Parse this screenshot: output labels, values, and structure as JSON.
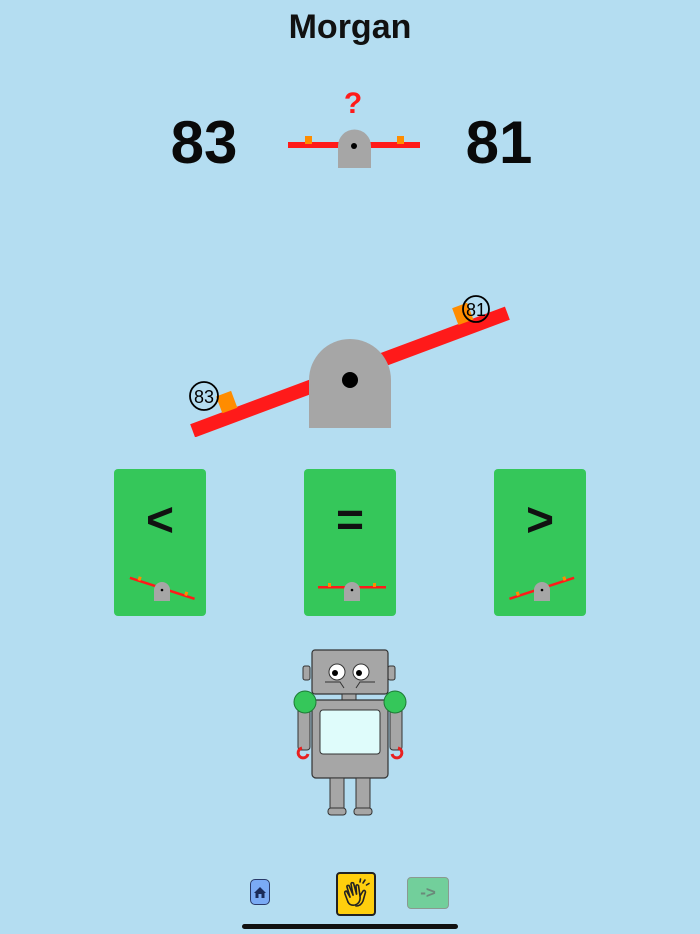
{
  "header": {
    "player_name": "Morgan"
  },
  "comparison": {
    "left_number": "83",
    "right_number": "81",
    "question_mark": "?",
    "left_label": "83",
    "right_label": "81"
  },
  "choices": [
    {
      "symbol": "<"
    },
    {
      "symbol": "="
    },
    {
      "symbol": ">"
    }
  ],
  "toolbar": {
    "next_label": "->"
  },
  "colors": {
    "background": "#b4ddf1",
    "card_green": "#35c75a",
    "beam_red": "#ff1a1a",
    "weight_orange": "#ff8c00",
    "fulcrum_gray": "#a6a6a6",
    "clap_yellow": "#ffcf0d",
    "next_green": "#72cf9b"
  },
  "icons": {
    "home": "house-icon",
    "clap": "clapping-hands-icon",
    "next": "arrow-right-icon"
  }
}
